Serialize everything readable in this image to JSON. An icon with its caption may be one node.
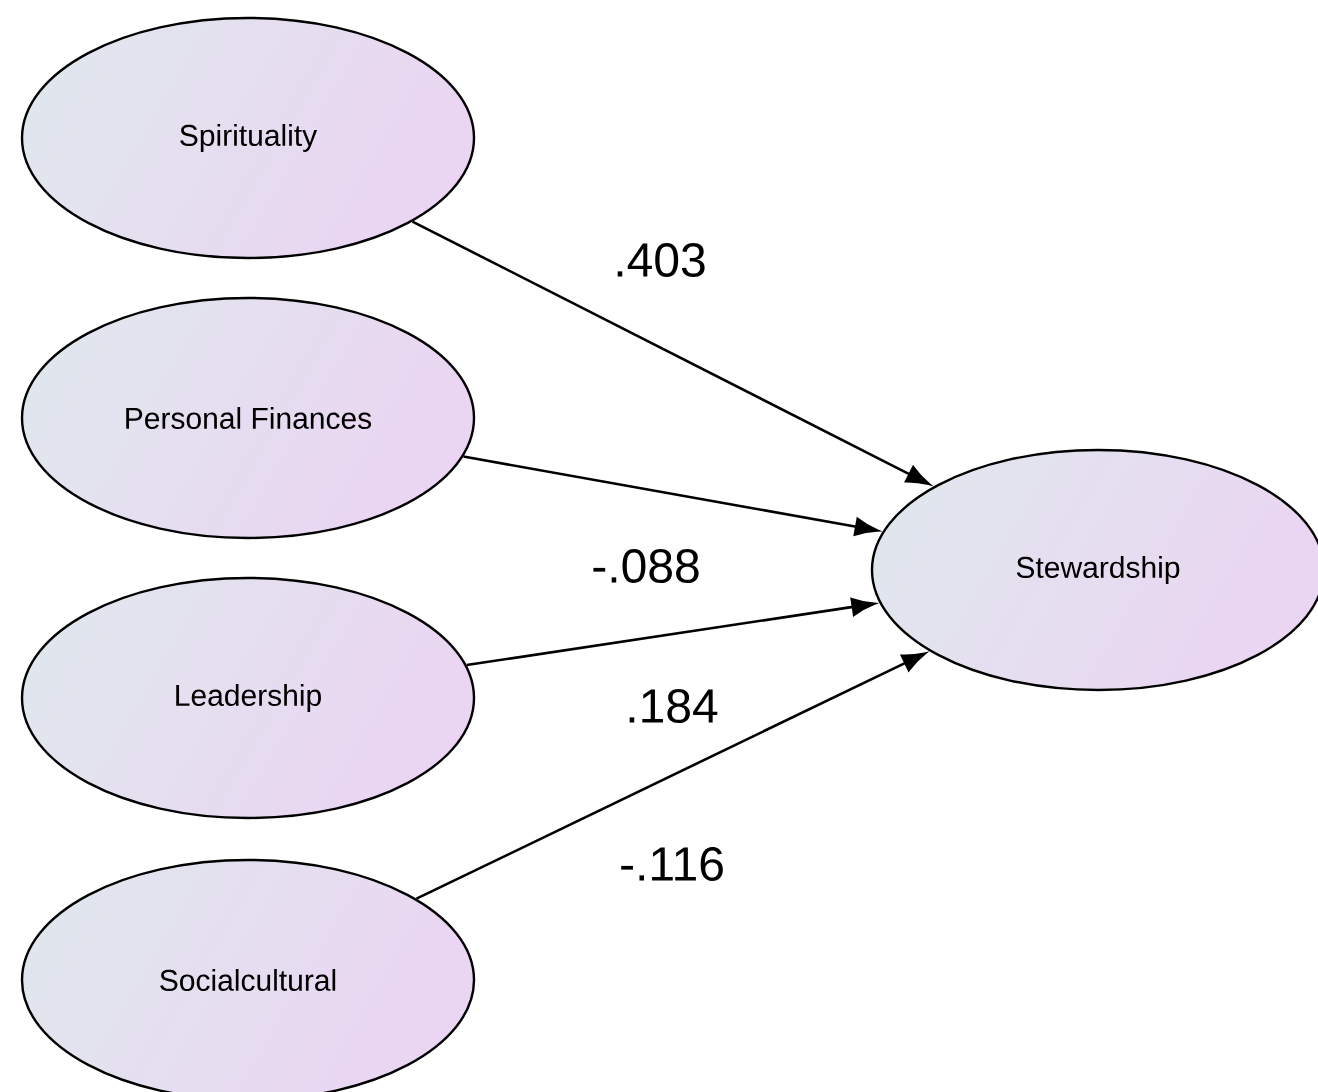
{
  "diagram": {
    "nodes": [
      {
        "text": [
          "Spirituality"
        ]
      },
      {
        "text": [
          "Personal Finances"
        ]
      },
      {
        "text": [
          "Leadership"
        ]
      },
      {
        "text": [
          "Socialcultural"
        ]
      },
      {
        "text": [
          "Stewardship"
        ]
      }
    ],
    "edges": [
      {
        "from": 0,
        "to": 4,
        "arrow": "to",
        "label": ".403"
      },
      {
        "from": 1,
        "to": 4,
        "arrow": "to",
        "label": "-.088"
      },
      {
        "from": 2,
        "to": 4,
        "arrow": "to",
        "label": ".184"
      },
      {
        "from": 3,
        "to": 4,
        "arrow": "to",
        "label": "-.116"
      }
    ]
  }
}
